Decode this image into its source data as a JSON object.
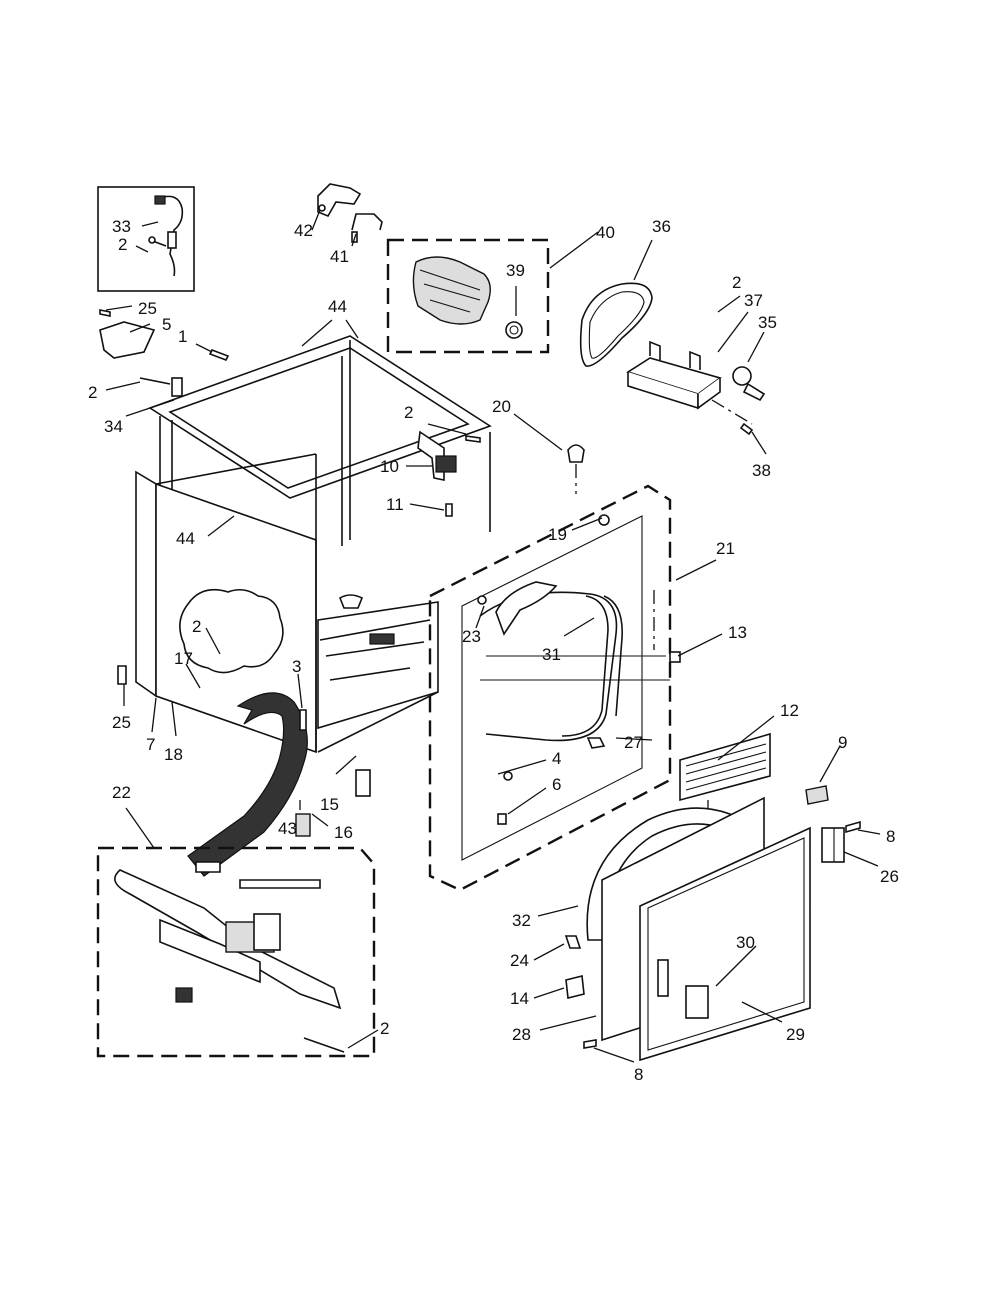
{
  "diagram": {
    "callouts": [
      {
        "id": "c33",
        "text": "33"
      },
      {
        "id": "c2a",
        "text": "2"
      },
      {
        "id": "c42",
        "text": "42"
      },
      {
        "id": "c41",
        "text": "41"
      },
      {
        "id": "c40",
        "text": "40"
      },
      {
        "id": "c39",
        "text": "39"
      },
      {
        "id": "c36",
        "text": "36"
      },
      {
        "id": "c2b",
        "text": "2"
      },
      {
        "id": "c37",
        "text": "37"
      },
      {
        "id": "c35",
        "text": "35"
      },
      {
        "id": "c25a",
        "text": "25"
      },
      {
        "id": "c5",
        "text": "5"
      },
      {
        "id": "c1",
        "text": "1"
      },
      {
        "id": "c44a",
        "text": "44"
      },
      {
        "id": "c2c",
        "text": "2"
      },
      {
        "id": "c34",
        "text": "34"
      },
      {
        "id": "c2d",
        "text": "2"
      },
      {
        "id": "c20",
        "text": "20"
      },
      {
        "id": "c38",
        "text": "38"
      },
      {
        "id": "c10",
        "text": "10"
      },
      {
        "id": "c11",
        "text": "11"
      },
      {
        "id": "c19",
        "text": "19"
      },
      {
        "id": "c21",
        "text": "21"
      },
      {
        "id": "c44b",
        "text": "44"
      },
      {
        "id": "c23",
        "text": "23"
      },
      {
        "id": "c31",
        "text": "31"
      },
      {
        "id": "c13",
        "text": "13"
      },
      {
        "id": "c2e",
        "text": "2"
      },
      {
        "id": "c17",
        "text": "17"
      },
      {
        "id": "c3",
        "text": "3"
      },
      {
        "id": "c25b",
        "text": "25"
      },
      {
        "id": "c7",
        "text": "7"
      },
      {
        "id": "c18",
        "text": "18"
      },
      {
        "id": "c12",
        "text": "12"
      },
      {
        "id": "c4",
        "text": "4"
      },
      {
        "id": "c27",
        "text": "27"
      },
      {
        "id": "c9",
        "text": "9"
      },
      {
        "id": "c6",
        "text": "6"
      },
      {
        "id": "c15",
        "text": "15"
      },
      {
        "id": "c43",
        "text": "43"
      },
      {
        "id": "c16",
        "text": "16"
      },
      {
        "id": "c22",
        "text": "22"
      },
      {
        "id": "c8a",
        "text": "8"
      },
      {
        "id": "c26",
        "text": "26"
      },
      {
        "id": "c32",
        "text": "32"
      },
      {
        "id": "c30",
        "text": "30"
      },
      {
        "id": "c24",
        "text": "24"
      },
      {
        "id": "c14",
        "text": "14"
      },
      {
        "id": "c28",
        "text": "28"
      },
      {
        "id": "c29",
        "text": "29"
      },
      {
        "id": "c2f",
        "text": "2"
      },
      {
        "id": "c8b",
        "text": "8"
      }
    ]
  }
}
